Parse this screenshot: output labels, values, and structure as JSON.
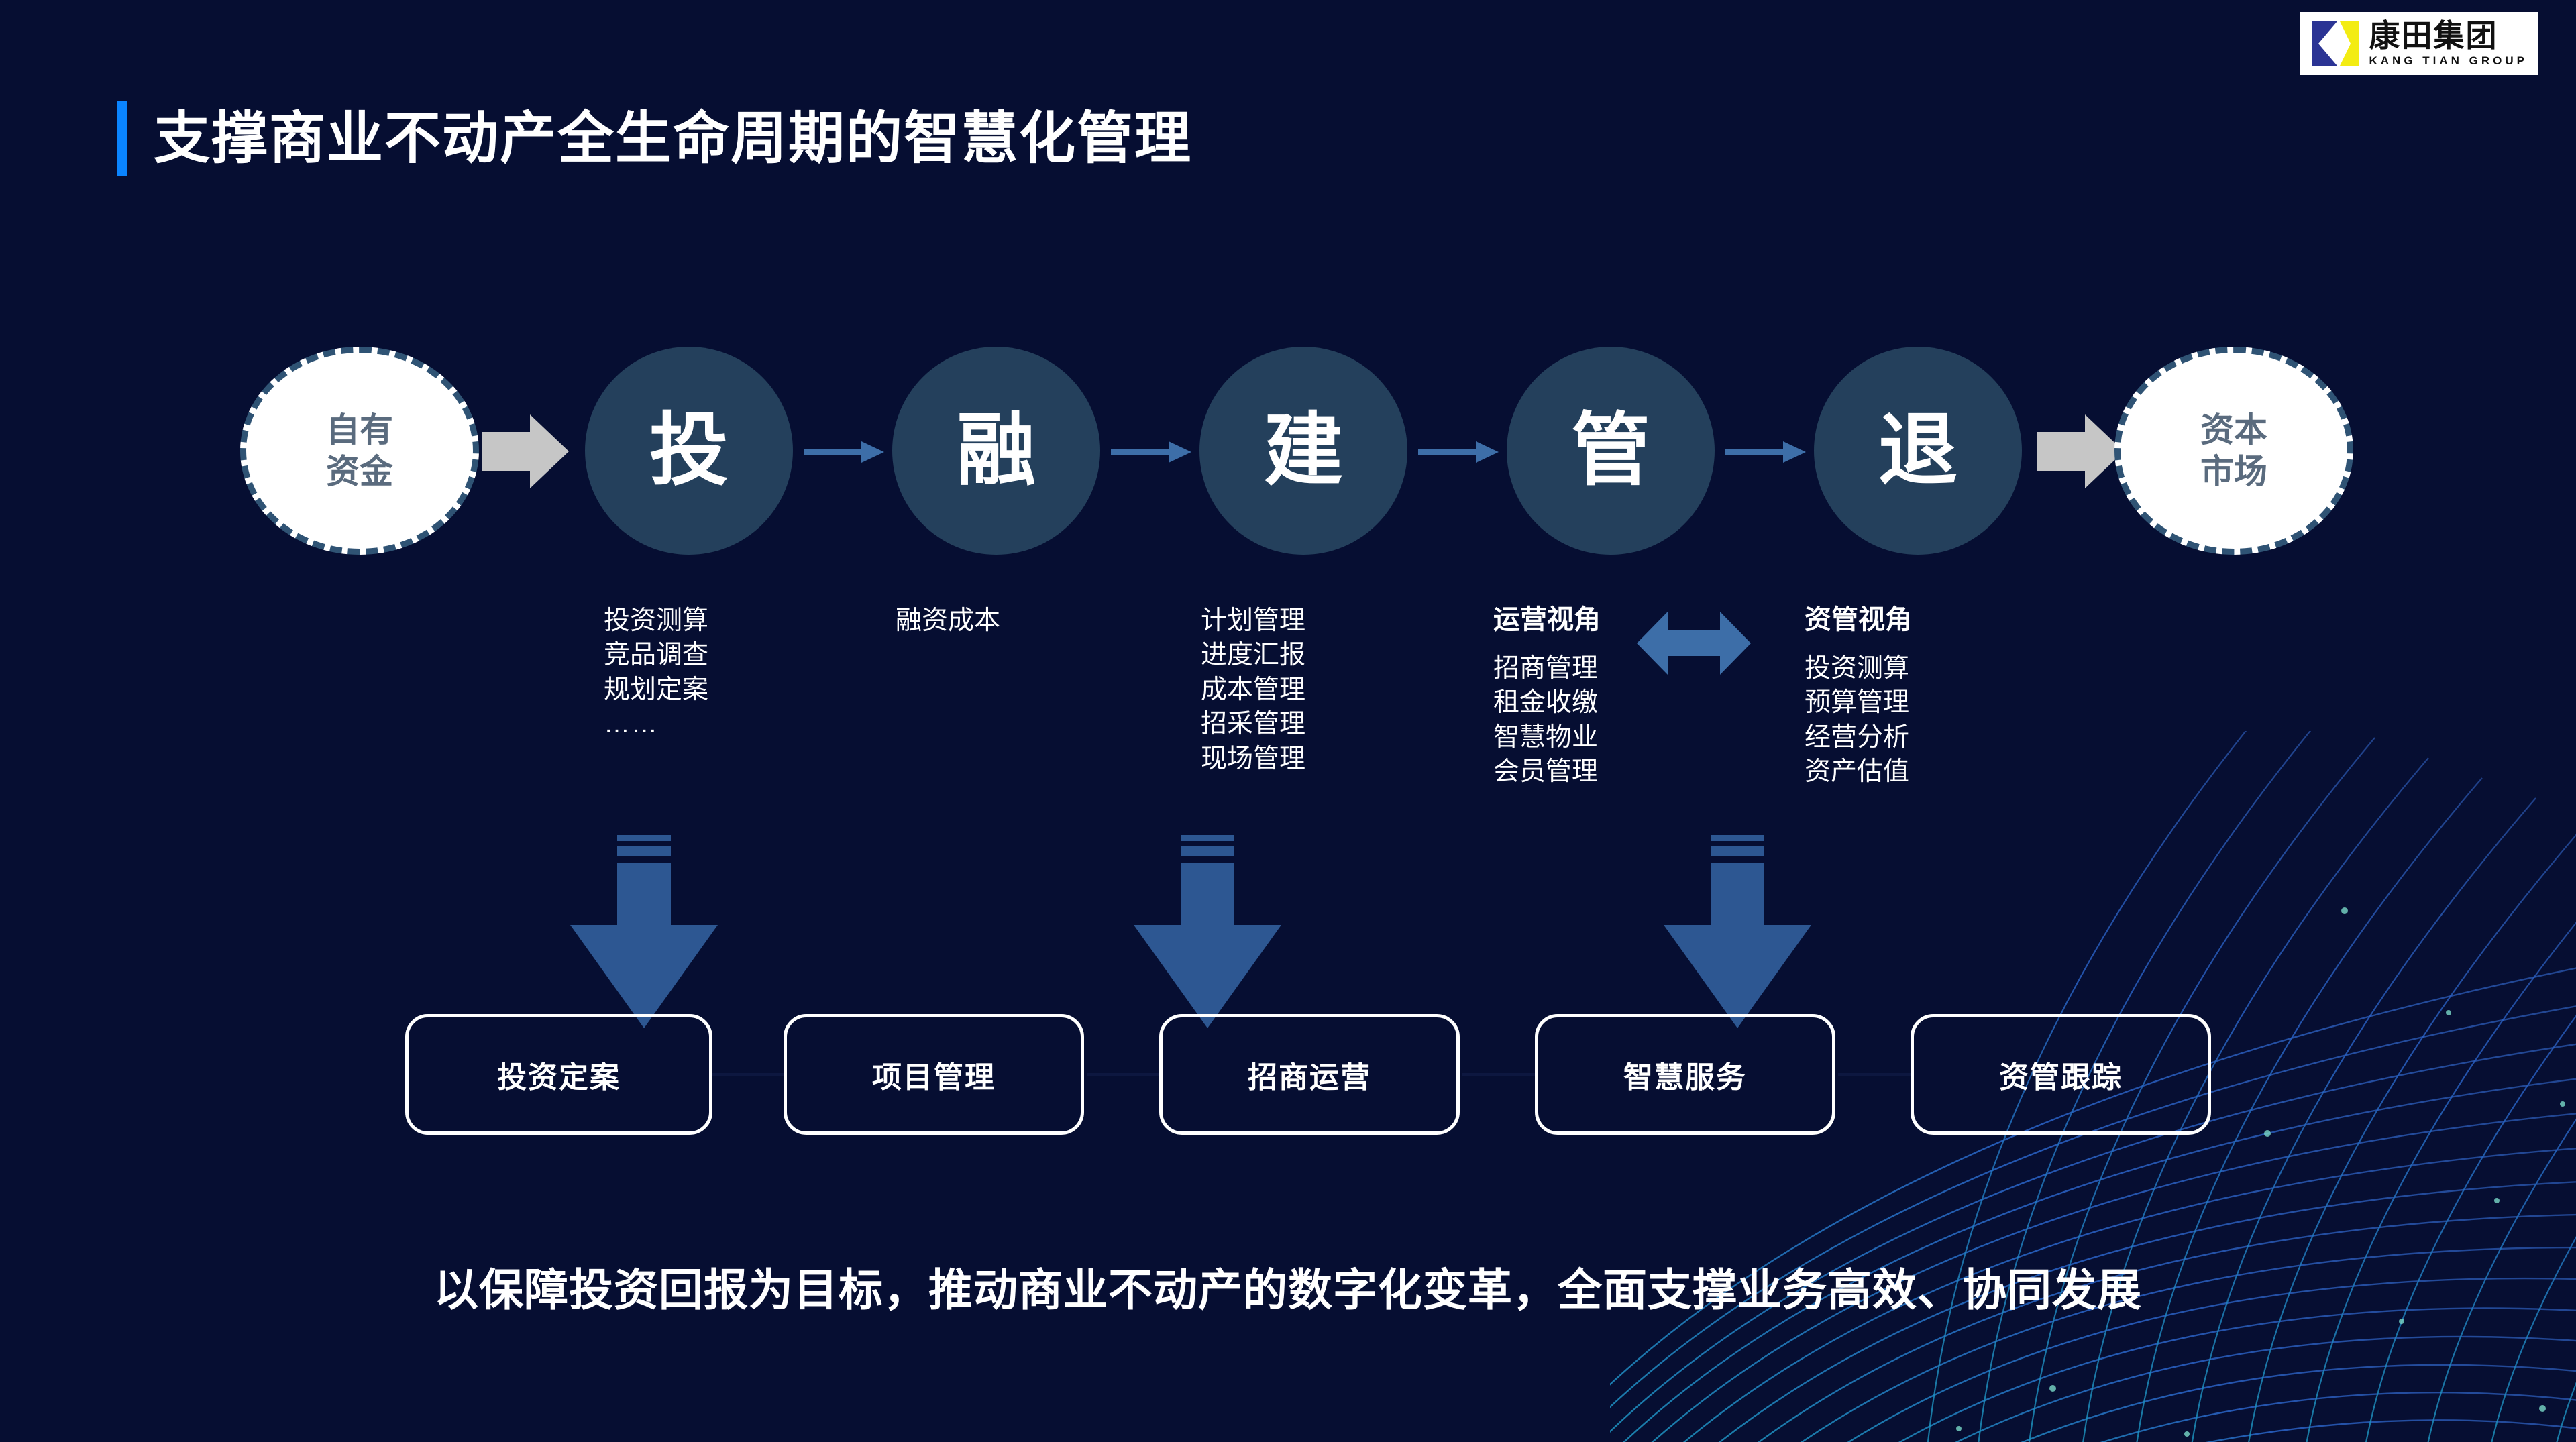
{
  "colors": {
    "background": "#060e32",
    "accent_bar": "#0a84ff",
    "circle_fill": "#24405c",
    "circle_open_fill": "#ffffff",
    "circle_open_border": "#2f5374",
    "blue_arrow": "#3d6ea8",
    "grey_arrow": "#c6c6c6",
    "down_arrow": "#2d5792",
    "text_white": "#ffffff",
    "open_circle_text": "#5a6b7e"
  },
  "logo": {
    "mark": "kang-tian-k-mark",
    "cn_name": "康田集团",
    "en_name": "KANG TIAN GROUP",
    "mark_blue": "#2b3494",
    "mark_yellow": "#f3ec13"
  },
  "header": {
    "title": "支撑商业不动产全生命周期的智慧化管理"
  },
  "flow": {
    "start": {
      "type": "open",
      "lines": [
        "自有",
        "资金"
      ]
    },
    "stages": [
      {
        "label": "投"
      },
      {
        "label": "融"
      },
      {
        "label": "建"
      },
      {
        "label": "管"
      },
      {
        "label": "退"
      }
    ],
    "end": {
      "type": "open",
      "lines": [
        "资本",
        "市场"
      ]
    }
  },
  "detail_columns": [
    {
      "id": "invest",
      "header": "",
      "items": [
        "投资测算",
        "竞品调查",
        "规划定案"
      ],
      "trailing": "……"
    },
    {
      "id": "finance",
      "header": "",
      "items": [
        "融资成本"
      ],
      "trailing": ""
    },
    {
      "id": "build",
      "header": "",
      "items": [
        "计划管理",
        "进度汇报",
        "成本管理",
        "招采管理",
        "现场管理"
      ],
      "trailing": ""
    },
    {
      "id": "operate",
      "header": "运营视角",
      "items": [
        "招商管理",
        "租金收缴",
        "智慧物业",
        "会员管理"
      ],
      "trailing": ""
    },
    {
      "id": "assetmgmt",
      "header": "资管视角",
      "items": [
        "投资测算",
        "预算管理",
        "经营分析",
        "资产估值"
      ],
      "trailing": ""
    }
  ],
  "capability_boxes": [
    {
      "label": "投资定案"
    },
    {
      "label": "项目管理"
    },
    {
      "label": "招商运营"
    },
    {
      "label": "智慧服务"
    },
    {
      "label": "资管跟踪"
    }
  ],
  "footer": {
    "statement": "以保障投资回报为目标，推动商业不动产的数字化变革，全面支撑业务高效、协同发展"
  }
}
